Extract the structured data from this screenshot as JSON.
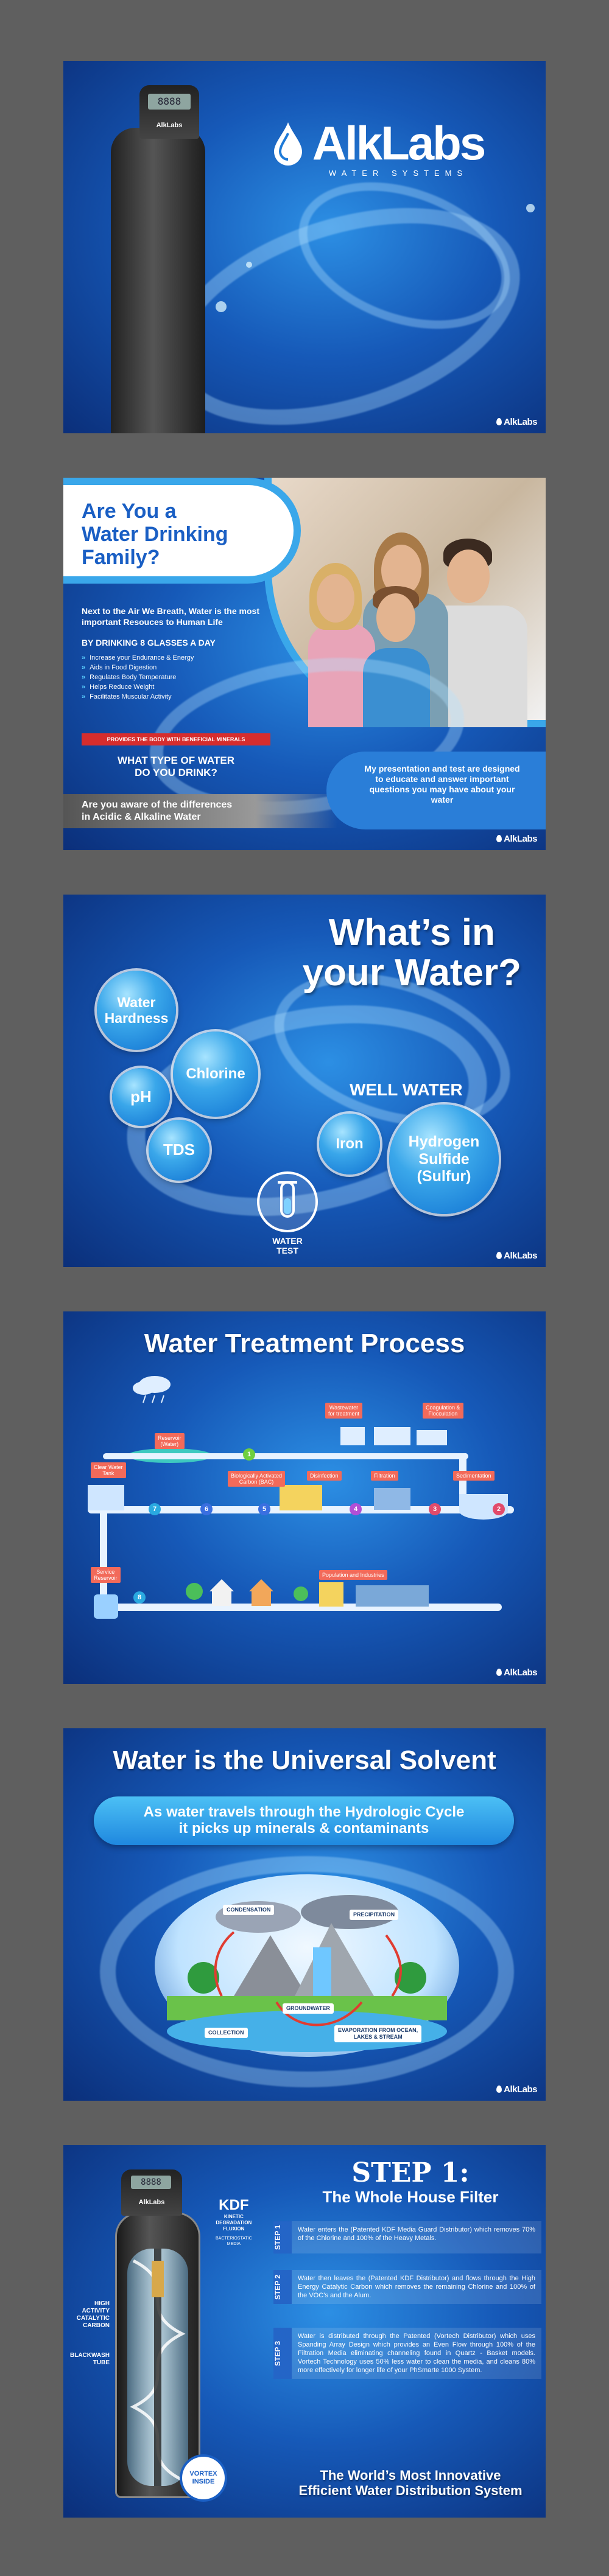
{
  "brand": {
    "name": "AlkLabs",
    "tagline": "WATER SYSTEMS",
    "small_logo": "AlkLabs"
  },
  "slide1": {
    "display": "8888",
    "head_brand": "AlkLabs"
  },
  "slide2": {
    "title": "Are You a\nWater Drinking\nFamily?",
    "intro": "Next to the Air We Breath, Water is the most important Resouces to Human Life",
    "glasses_heading": "BY DRINKING 8 GLASSES A DAY",
    "benefits": [
      "Increase your Endurance & Energy",
      "Aids in Food Digestion",
      "Regulates Body Temperature",
      "Helps Reduce Weight",
      "Facilitates Muscular Activity"
    ],
    "minerals_bar": "PROVIDES THE BODY WITH BENEFICIAL MINERALS",
    "type_question": "WHAT TYPE OF WATER\nDO YOU DRINK?",
    "aware_question": "Are you aware of the differences\nin Acidic & Alkaline Water",
    "presentation_note": "My presentation and test are designed to educate and answer important questions you may have about your water"
  },
  "slide3": {
    "title": "What’s in\nyour Water?",
    "bubbles": {
      "hardness": "Water\nHardness",
      "chlorine": "Chlorine",
      "ph": "pH",
      "tds": "TDS",
      "iron": "Iron",
      "hydrogen": "Hydrogen\nSulfide\n(Sulfur)"
    },
    "well_water": "WELL WATER",
    "water_test": "WATER\nTEST"
  },
  "slide4": {
    "title": "Water Treatment Process",
    "tags": {
      "reservoir": "Reservoir\n(Water)",
      "wastewater": "Wastewater\nfor treatment",
      "coagulation": "Coagulation &\nFlocculation",
      "clear_tank": "Clear Water\nTank",
      "bac": "Biologically Activated\nCarbon (BAC)",
      "disinfection": "Disinfection",
      "filtration": "Filtration",
      "sedimentation": "Sedimentation",
      "service": "Service\nReservoir",
      "population": "Population and Industries"
    },
    "numbers": [
      "1",
      "2",
      "3",
      "4",
      "5",
      "6",
      "7",
      "8"
    ]
  },
  "slide5": {
    "title": "Water is the Universal Solvent",
    "subtitle": "As water travels through the Hydrologic Cycle\nit picks up minerals & contaminants",
    "labels": {
      "condensation": "CONDENSATION",
      "precipitation": "PRECIPITATION",
      "groundwater": "GROUNDWATER",
      "collection": "COLLECTION",
      "evaporation": "EVAPORATION FROM OCEAN,\nLAKES & STREAM"
    }
  },
  "slide6": {
    "step": "STEP 1:",
    "subtitle": "The Whole House Filter",
    "kdf_title": "KDF",
    "kdf_sub": "KINETIC\nDEGRADATION\nFLUXION",
    "kdf_media": "BACTERIOSTATIC\nMEDIA",
    "high_activity": "HIGH\nACTIVITY\nCATALYTIC\nCARBON",
    "blackwash": "BLACKWASH\nTUBE",
    "vortex": "VORTEX\nINSIDE",
    "steps": [
      {
        "badge": "STEP 1",
        "text": "Water enters the (Patented KDF Media Guard Distributor) which removes 70% of the Chlorine and 100% of the Heavy Metals."
      },
      {
        "badge": "STEP 2",
        "text": "Water then leaves the (Patented KDF Distributor) and flows through the High Energy Catalytic Carbon which removes the remaining Chlorine and 100% of the VOC’s and the Alum."
      },
      {
        "badge": "STEP 3",
        "text": "Water is distributed through the Patented (Vortech Distributor) which uses Spanding Array Design which provides an Even Flow through 100% of the Filtration Media eliminating channeling found in Quartz - Basket models. Vortech Technology uses 50% less water to clean the media, and cleans 80% more effectively for longer life of your PhSmarte 1000 System."
      }
    ],
    "tagline": "The World’s Most Innovative\nEfficient Water Distribution System"
  }
}
